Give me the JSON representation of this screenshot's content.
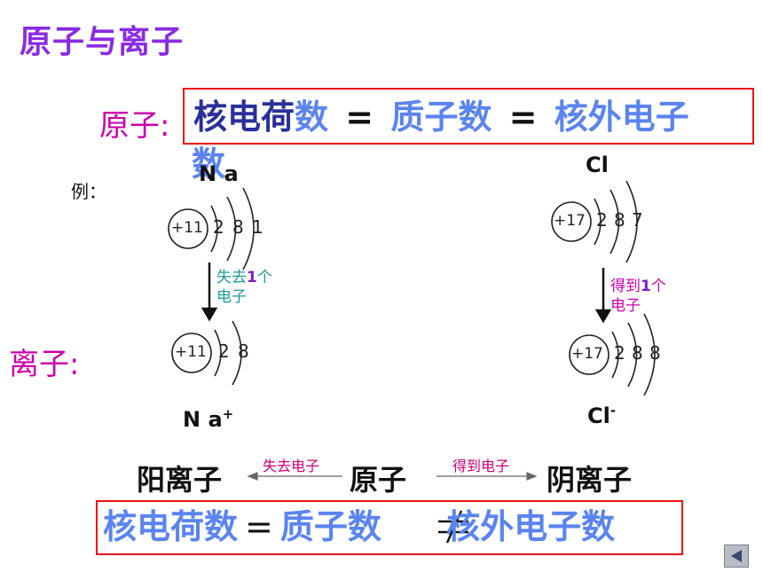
{
  "title": "原子与离子",
  "atom_label": "原子:",
  "atom_equation": {
    "part1_dark": "核电荷",
    "part1_light": "数",
    "op1": "=",
    "part2": "质子数",
    "op2": "=",
    "part3_line1": "核外电子",
    "part3_line2": "数"
  },
  "example_label": "例：",
  "na": {
    "atom_label": "N a",
    "nucleus": "+11",
    "shells": [
      "2",
      "8",
      "1"
    ],
    "transition_prefix": "失去",
    "transition_number": "1",
    "transition_suffix": "个",
    "transition_line2": "电子",
    "ion_nucleus": "+11",
    "ion_shells": [
      "2",
      "8"
    ],
    "ion_label": "N a",
    "ion_charge": "+"
  },
  "cl": {
    "atom_label": "Cl",
    "nucleus": "+17",
    "shells": [
      "2",
      "8",
      "7"
    ],
    "transition_prefix": "得到",
    "transition_number": "1",
    "transition_suffix": "个",
    "transition_line2": "电子",
    "ion_nucleus": "+17",
    "ion_shells": [
      "2",
      "8",
      "8"
    ],
    "ion_label": "Cl",
    "ion_charge": "-"
  },
  "ion_label": "离子:",
  "relation": {
    "cation": "阳离子",
    "lose_text": "失去电子",
    "atom": "原子",
    "gain_text": "得到电子",
    "anion": "阴离子"
  },
  "ion_equation": {
    "part1": "核电荷数",
    "op1": "=",
    "part2": "质子数",
    "op2": "≠",
    "part3": "核外电子数"
  },
  "colors": {
    "title": "#8a2be2",
    "highlight_blue": "#5b84f0",
    "dark_blue": "#2a2f9a",
    "magenta": "#cc00aa",
    "teal": "#1a9a9a",
    "purple_num": "#7a1fc0",
    "border_red": "#ee1111"
  },
  "nav": {
    "icon": "prev-triangle-icon"
  }
}
